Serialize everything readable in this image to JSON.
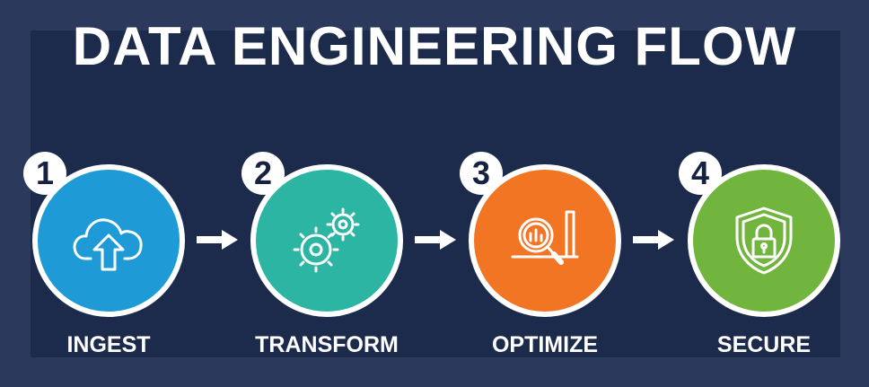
{
  "title": "DATA ENGINEERING FLOW",
  "steps": [
    {
      "number": "1",
      "label": "INGEST",
      "color": "#1e9ad6",
      "icon": "cloud-upload-icon"
    },
    {
      "number": "2",
      "label": "TRANSFORM",
      "color": "#2db5a3",
      "icon": "gears-icon"
    },
    {
      "number": "3",
      "label": "OPTIMIZE",
      "color": "#f27524",
      "icon": "magnifier-chart-icon"
    },
    {
      "number": "4",
      "label": "SECURE",
      "color": "#72b53e",
      "icon": "shield-lock-icon"
    }
  ],
  "colors": {
    "background": "#2b3a5c",
    "panel": "#1c2a4c",
    "text": "#ffffff"
  }
}
